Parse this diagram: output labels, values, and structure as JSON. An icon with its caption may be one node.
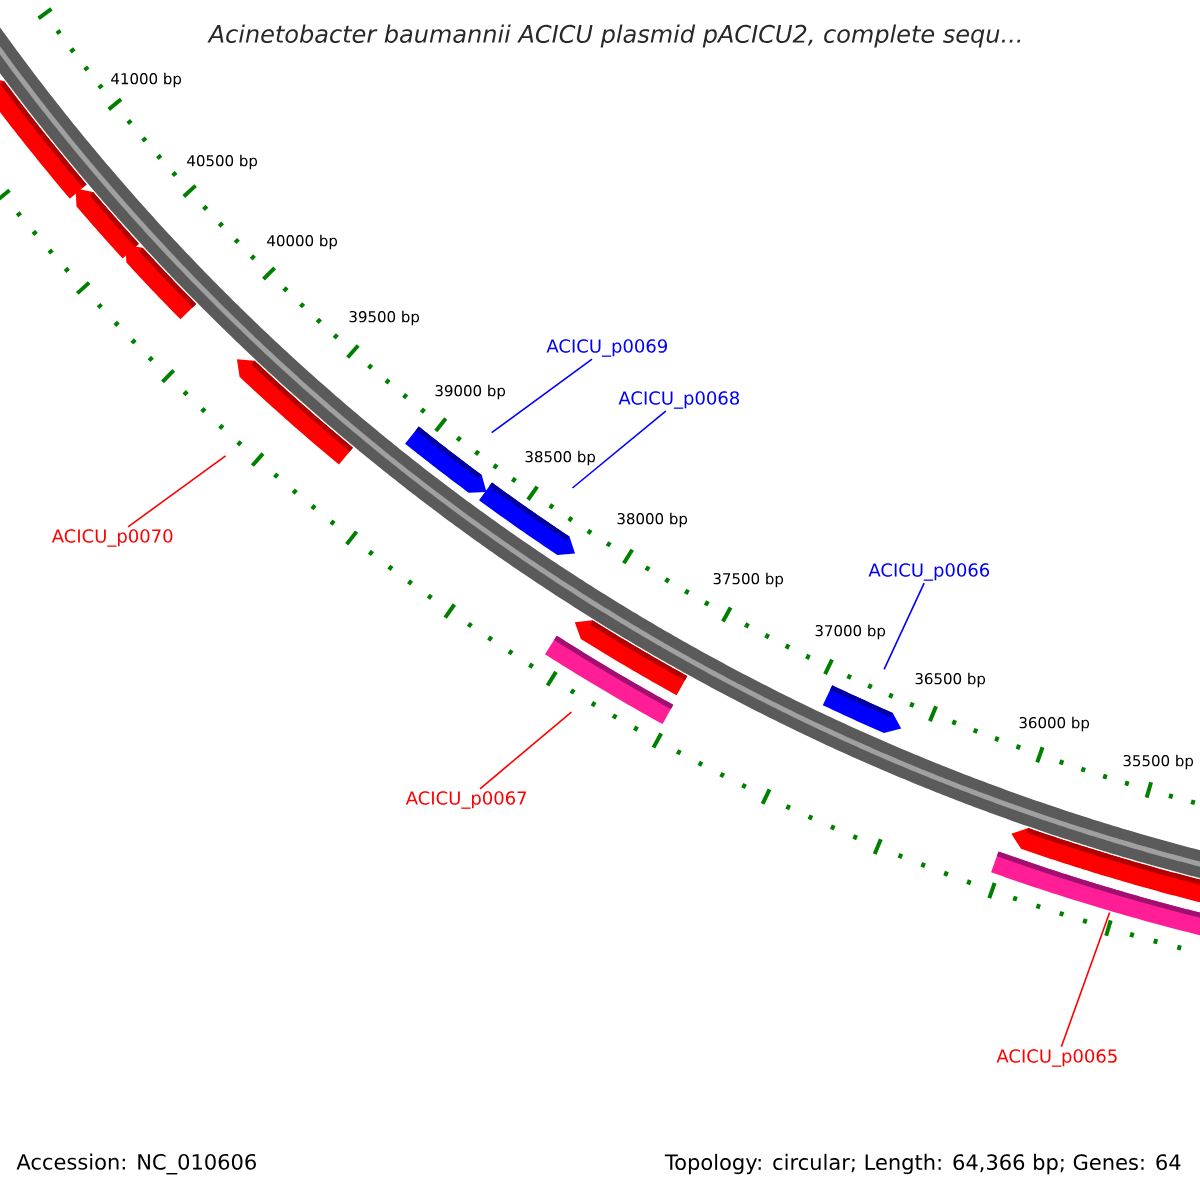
{
  "diagram": {
    "title": "Acinetobacter baumannii ACICU plasmid pACICU2, complete sequ...",
    "nodes": [
      {
        "text": [],
        "shape": "bar"
      },
      {
        "text": [],
        "shape": "bar"
      },
      {
        "text": [],
        "shape": "bar"
      },
      {
        "text": [],
        "shape": "bar"
      },
      {
        "text": [],
        "shape": "bar"
      },
      {
        "text": [],
        "shape": "bar"
      },
      {
        "text": [],
        "shape": "bar"
      },
      {
        "text": [],
        "shape": "bar"
      },
      {
        "text": [],
        "shape": "bar"
      },
      {
        "text": [],
        "shape": "bar"
      },
      {
        "text": [],
        "shape": "bar"
      },
      {
        "text": [
          "ACICU_p0069"
        ]
      },
      {
        "text": [
          "ACICU_p0068"
        ]
      },
      {
        "text": [
          "ACICU_p0070"
        ]
      },
      {
        "text": [
          "ACICU_p0066"
        ]
      },
      {
        "text": [
          "ACICU_p0067"
        ]
      },
      {
        "text": [
          "ACICU_p0065"
        ]
      }
    ],
    "edges": [
      {
        "from": 11,
        "to": 4,
        "arrow": "none"
      },
      {
        "from": 12,
        "to": 5,
        "arrow": "none"
      },
      {
        "from": 13,
        "to": 3,
        "arrow": "none",
        "color": "#ff0000"
      },
      {
        "from": 14,
        "to": 8,
        "arrow": "none"
      },
      {
        "from": 15,
        "to": 7,
        "arrow": "none",
        "color": "#ff0000"
      },
      {
        "from": 16,
        "to": 10,
        "arrow": "none",
        "color": "#ff0000"
      }
    ],
    "labels": [
      "41000 bp",
      "40500 bp",
      "40000 bp",
      "39500 bp",
      "39000 bp",
      "38500 bp",
      "38000 bp",
      "37500 bp",
      "37000 bp",
      "36500 bp",
      "36000 bp",
      "35500 bp",
      "Accession: NC_010606",
      "Topology: circular; Length: 64,366 bp; Genes: 64"
    ]
  }
}
